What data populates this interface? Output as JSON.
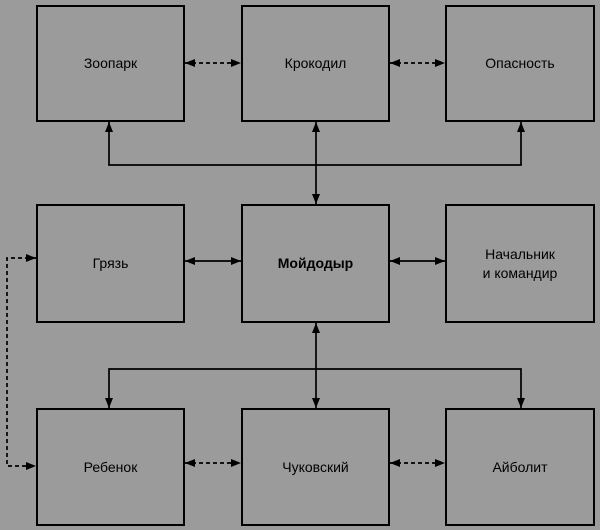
{
  "diagram": {
    "background_color": "#9b9b9b",
    "box_fill_color": "#9b9b9b",
    "line_color": "#000000",
    "text_color": "#000000",
    "nodes": [
      {
        "id": "zoopark",
        "label": "Зоопарк",
        "bold": false,
        "row": 1,
        "col": 1
      },
      {
        "id": "krokodil",
        "label": "Крокодил",
        "bold": false,
        "row": 1,
        "col": 2
      },
      {
        "id": "opasnost",
        "label": "Опасность",
        "bold": false,
        "row": 1,
        "col": 3
      },
      {
        "id": "gryaz",
        "label": "Грязь",
        "bold": false,
        "row": 2,
        "col": 1
      },
      {
        "id": "moydodyr",
        "label": "Мойдодыр",
        "bold": true,
        "row": 2,
        "col": 2
      },
      {
        "id": "nachalnik",
        "label": "Начальник\nи командир",
        "bold": false,
        "row": 2,
        "col": 3
      },
      {
        "id": "rebenok",
        "label": "Ребенок",
        "bold": false,
        "row": 3,
        "col": 1
      },
      {
        "id": "chukovskiy",
        "label": "Чуковский",
        "bold": false,
        "row": 3,
        "col": 2
      },
      {
        "id": "aybolit",
        "label": "Айболит",
        "bold": false,
        "row": 3,
        "col": 3
      }
    ],
    "edges": [
      {
        "from": "Зоопарк",
        "to": "Крокодил",
        "style": "dashed",
        "direction": "both"
      },
      {
        "from": "Крокодил",
        "to": "Опасность",
        "style": "dashed",
        "direction": "both"
      },
      {
        "from": "Крокодил",
        "to": "Мойдодыр",
        "style": "solid",
        "direction": "both"
      },
      {
        "from": "Мойдодыр",
        "to": "Зоопарк",
        "style": "solid",
        "direction": "to"
      },
      {
        "from": "Мойдодыр",
        "to": "Опасность",
        "style": "solid",
        "direction": "to"
      },
      {
        "from": "Грязь",
        "to": "Мойдодыр",
        "style": "solid",
        "direction": "both"
      },
      {
        "from": "Мойдодыр",
        "to": "Начальник и командир",
        "style": "solid",
        "direction": "both"
      },
      {
        "from": "Мойдодыр",
        "to": "Чуковский",
        "style": "solid",
        "direction": "both"
      },
      {
        "from": "Мойдодыр",
        "to": "Ребенок",
        "style": "solid",
        "direction": "to"
      },
      {
        "from": "Мойдодыр",
        "to": "Айболит",
        "style": "solid",
        "direction": "to"
      },
      {
        "from": "Ребенок",
        "to": "Чуковский",
        "style": "dashed",
        "direction": "both"
      },
      {
        "from": "Чуковский",
        "to": "Айболит",
        "style": "dashed",
        "direction": "both"
      },
      {
        "from": "Грязь",
        "to": "Ребенок",
        "style": "dashed",
        "direction": "both"
      }
    ]
  }
}
